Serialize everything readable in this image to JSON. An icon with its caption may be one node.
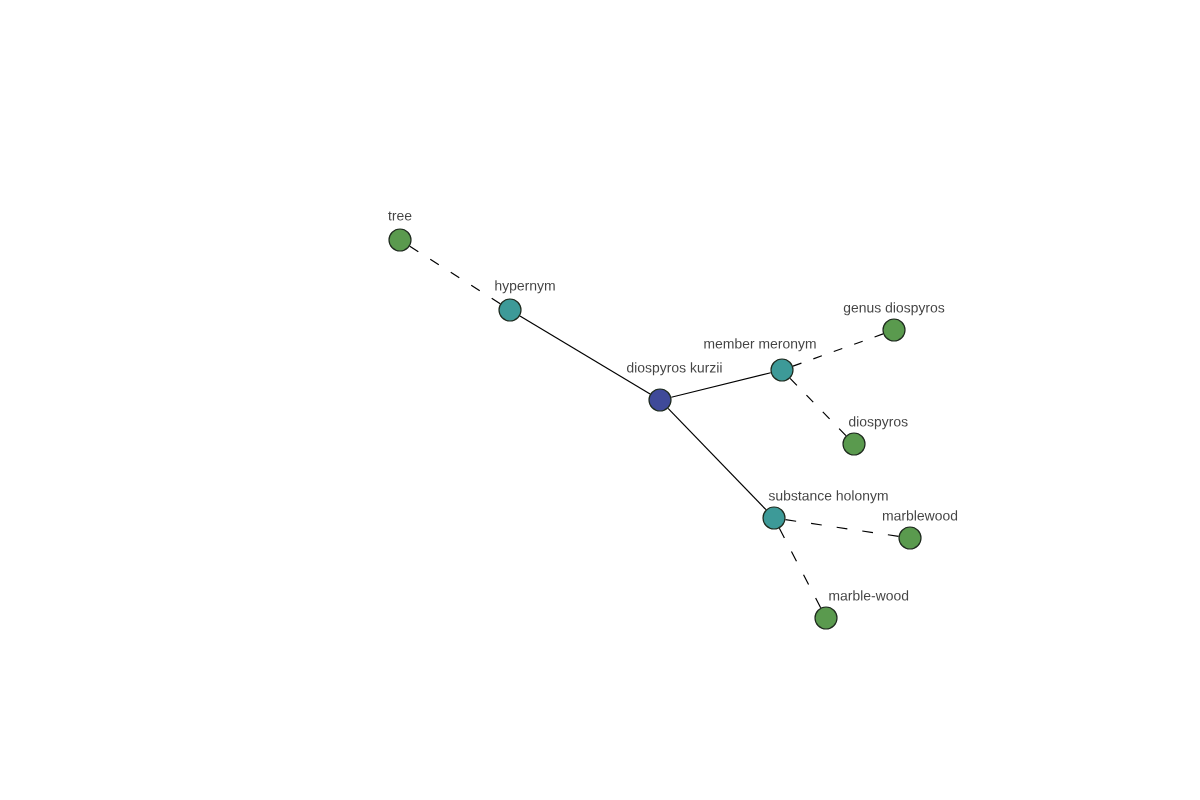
{
  "diagram": {
    "nodes": [
      {
        "text": [
          "tree"
        ]
      },
      {
        "text": [
          "hypernym"
        ]
      },
      {
        "text": [
          "diospyros kurzii"
        ]
      },
      {
        "text": [
          "member meronym"
        ]
      },
      {
        "text": [
          "genus diospyros"
        ]
      },
      {
        "text": [
          "diospyros"
        ]
      },
      {
        "text": [
          "substance holonym"
        ]
      },
      {
        "text": [
          "marblewood"
        ]
      },
      {
        "text": [
          "marble-wood"
        ]
      }
    ],
    "edges": [
      {
        "from": 0,
        "to": 1,
        "arrow": "none",
        "style": "dashed"
      },
      {
        "from": 1,
        "to": 2,
        "arrow": "none"
      },
      {
        "from": 2,
        "to": 3,
        "arrow": "none"
      },
      {
        "from": 3,
        "to": 4,
        "arrow": "none",
        "style": "dashed"
      },
      {
        "from": 3,
        "to": 5,
        "arrow": "none",
        "style": "dashed"
      },
      {
        "from": 2,
        "to": 6,
        "arrow": "none"
      },
      {
        "from": 6,
        "to": 7,
        "arrow": "none",
        "style": "dashed"
      },
      {
        "from": 6,
        "to": 8,
        "arrow": "none",
        "style": "dashed"
      }
    ]
  }
}
